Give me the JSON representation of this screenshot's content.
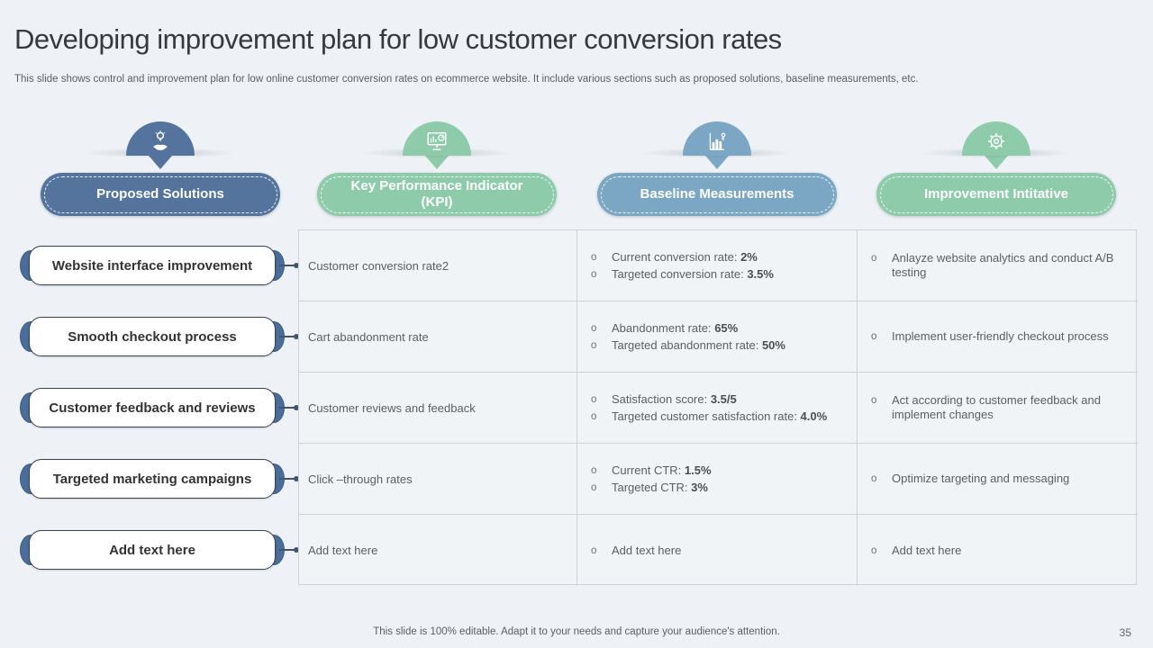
{
  "slide": {
    "title": "Developing improvement plan for low customer conversion rates",
    "subtitle": "This slide shows control and improvement plan for low online customer conversion rates on ecommerce website. It include various sections such as proposed solutions, baseline measurements, etc.",
    "footer": "This slide is 100% editable. Adapt it to your needs and capture your audience's attention.",
    "page_number": "35"
  },
  "colors": {
    "slate_blue": "#54749e",
    "green": "#8ecbaa",
    "steel_blue": "#7ba6c4",
    "cap_blue": "#4a6d9a",
    "background": "#eef2f6",
    "table_border": "#cbd2d8",
    "body_text": "#595f64"
  },
  "headers": [
    {
      "label": "Proposed Solutions",
      "icon": "idea-hand-icon",
      "color": "#54749e"
    },
    {
      "label": "Key Performance Indicator (KPI)",
      "icon": "monitor-chart-icon",
      "color": "#8ecbaa"
    },
    {
      "label": "Baseline Measurements",
      "icon": "bar-chart-icon",
      "color": "#7ba6c4"
    },
    {
      "label": "Improvement Intitative",
      "icon": "gear-icon",
      "color": "#8ecbaa"
    }
  ],
  "solutions": [
    {
      "label": "Website interface improvement"
    },
    {
      "label": "Smooth checkout process"
    },
    {
      "label": "Customer feedback and reviews"
    },
    {
      "label": "Targeted marketing campaigns"
    },
    {
      "label": "Add text here"
    }
  ],
  "table": {
    "bullet_glyph": "o",
    "rows": [
      {
        "kpi": "Customer conversion rate2",
        "baseline": [
          {
            "text": "Current conversion rate: ",
            "value": "2%"
          },
          {
            "text": "Targeted conversion rate: ",
            "value": "3.5%"
          }
        ],
        "improvement": "Anlayze website analytics and conduct A/B testing"
      },
      {
        "kpi": "Cart abandonment rate",
        "baseline": [
          {
            "text": "Abandonment rate: ",
            "value": "65%"
          },
          {
            "text": "Targeted abandonment rate: ",
            "value": "50%"
          }
        ],
        "improvement": "Implement user-friendly checkout process"
      },
      {
        "kpi": "Customer reviews and feedback",
        "baseline": [
          {
            "text": "Satisfaction score: ",
            "value": "3.5/5"
          },
          {
            "text": "Targeted customer satisfaction rate: ",
            "value": "4.0%"
          }
        ],
        "improvement": "Act according to customer feedback and implement changes"
      },
      {
        "kpi": "Click –through rates",
        "baseline": [
          {
            "text": "Current CTR: ",
            "value": "1.5%"
          },
          {
            "text": "Targeted CTR: ",
            "value": "3%"
          }
        ],
        "improvement": "Optimize targeting and messaging"
      },
      {
        "kpi": "Add text here",
        "baseline": [
          {
            "text": "Add text here",
            "value": ""
          }
        ],
        "improvement": "Add text here"
      }
    ]
  }
}
